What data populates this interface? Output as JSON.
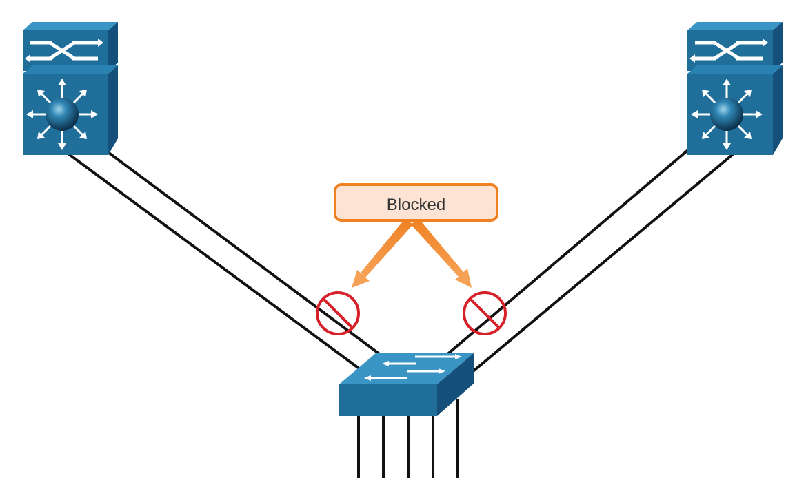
{
  "diagram": {
    "callout": {
      "label": "Blocked",
      "border_color": "#f08122",
      "fill_color": "#fde3d4"
    },
    "colors": {
      "device_front": "#1f6f9a",
      "device_top": "#3a95c4",
      "device_side": "#14507a",
      "link": "#111111",
      "block_symbol": "#d6202a",
      "arrow": "#f08122"
    },
    "devices": [
      {
        "role": "multilayer-switch",
        "position": "left"
      },
      {
        "role": "multilayer-switch",
        "position": "right"
      },
      {
        "role": "access-switch",
        "position": "bottom-center"
      }
    ],
    "blocked_links": 2
  }
}
